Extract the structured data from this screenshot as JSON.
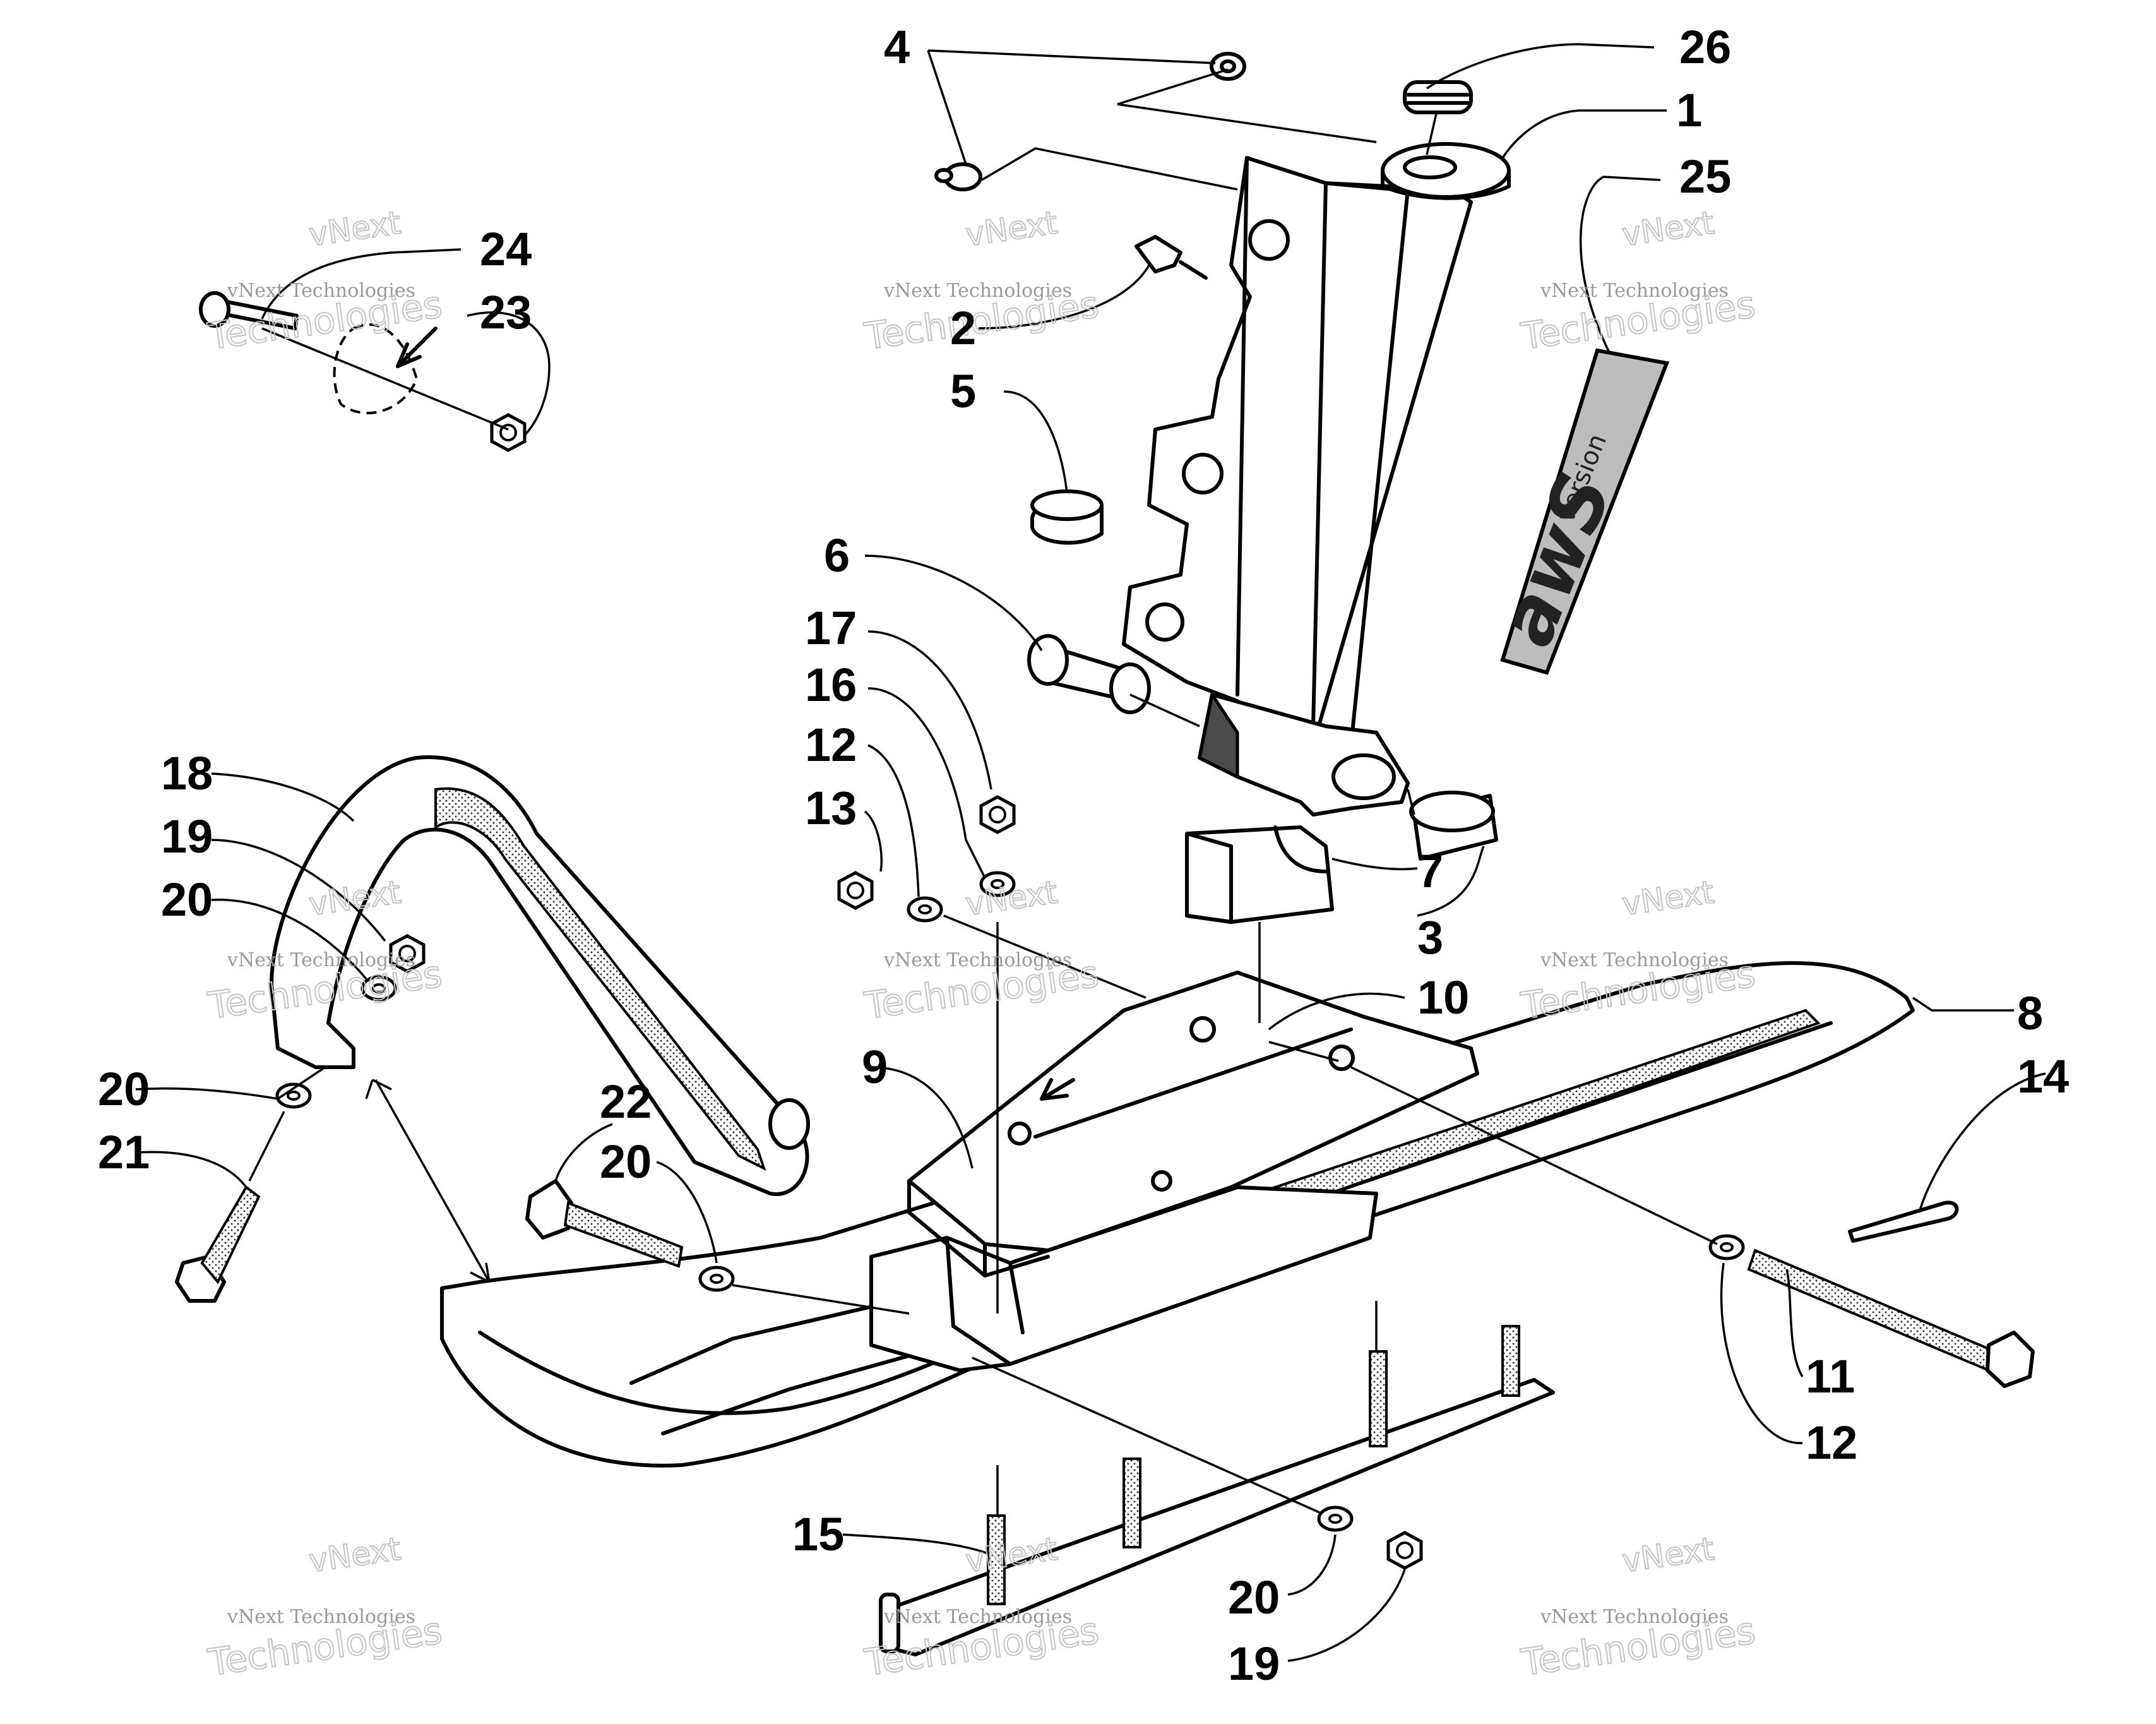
{
  "diagram": {
    "callouts": [
      {
        "id": "c4",
        "text": "4"
      },
      {
        "id": "c26",
        "text": "26"
      },
      {
        "id": "c1",
        "text": "1"
      },
      {
        "id": "c25",
        "text": "25"
      },
      {
        "id": "c24",
        "text": "24"
      },
      {
        "id": "c23",
        "text": "23"
      },
      {
        "id": "c2",
        "text": "2"
      },
      {
        "id": "c5",
        "text": "5"
      },
      {
        "id": "c6",
        "text": "6"
      },
      {
        "id": "c17",
        "text": "17"
      },
      {
        "id": "c16",
        "text": "16"
      },
      {
        "id": "c12a",
        "text": "12"
      },
      {
        "id": "c13",
        "text": "13"
      },
      {
        "id": "c18",
        "text": "18"
      },
      {
        "id": "c19a",
        "text": "19"
      },
      {
        "id": "c20a",
        "text": "20"
      },
      {
        "id": "c7",
        "text": "7"
      },
      {
        "id": "c3",
        "text": "3"
      },
      {
        "id": "c10",
        "text": "10"
      },
      {
        "id": "c8",
        "text": "8"
      },
      {
        "id": "c9",
        "text": "9"
      },
      {
        "id": "c14",
        "text": "14"
      },
      {
        "id": "c20b",
        "text": "20"
      },
      {
        "id": "c21",
        "text": "21"
      },
      {
        "id": "c22",
        "text": "22"
      },
      {
        "id": "c20c",
        "text": "20"
      },
      {
        "id": "c11",
        "text": "11"
      },
      {
        "id": "c12b",
        "text": "12"
      },
      {
        "id": "c15",
        "text": "15"
      },
      {
        "id": "c20d",
        "text": "20"
      },
      {
        "id": "c19b",
        "text": "19"
      }
    ],
    "decal": {
      "text": "awS",
      "subtext": "version"
    },
    "watermark": {
      "top": "vNext",
      "small": "vNext Technologies",
      "large": "Technologies"
    }
  }
}
